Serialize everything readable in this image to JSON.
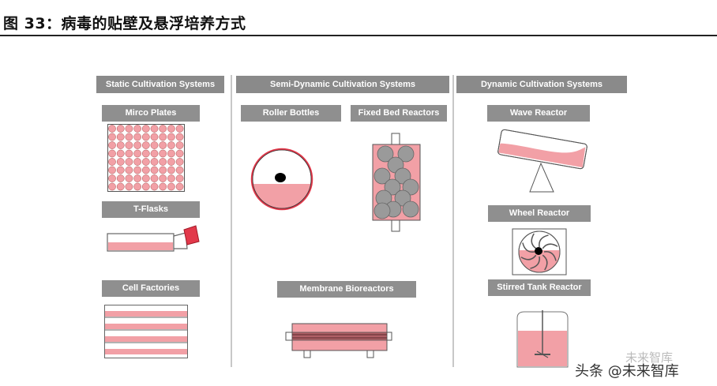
{
  "figure": {
    "title": "图 33：病毒的贴壁及悬浮培养方式"
  },
  "columns": [
    {
      "header": "Static Cultivation Systems"
    },
    {
      "header": "Semi-Dynamic Cultivation Systems"
    },
    {
      "header": "Dynamic Cultivation Systems"
    }
  ],
  "items": {
    "micro_plates": "Mirco Plates",
    "t_flasks": "T-Flasks",
    "cell_factories": "Cell Factories",
    "roller_bottles": "Roller Bottles",
    "fixed_bed": "Fixed Bed Reactors",
    "membrane": "Membrane Bioreactors",
    "wave": "Wave Reactor",
    "wheel": "Wheel Reactor",
    "stirred": "Stirred Tank Reactor"
  },
  "watermark": {
    "faint_text": "未来智库",
    "text": "头条 @未来智库"
  },
  "colors": {
    "header_gray": "#8a8a8a",
    "pink": "#f2a0a6",
    "red": "#e2384a",
    "sphere_gray": "#9a9a9a"
  }
}
